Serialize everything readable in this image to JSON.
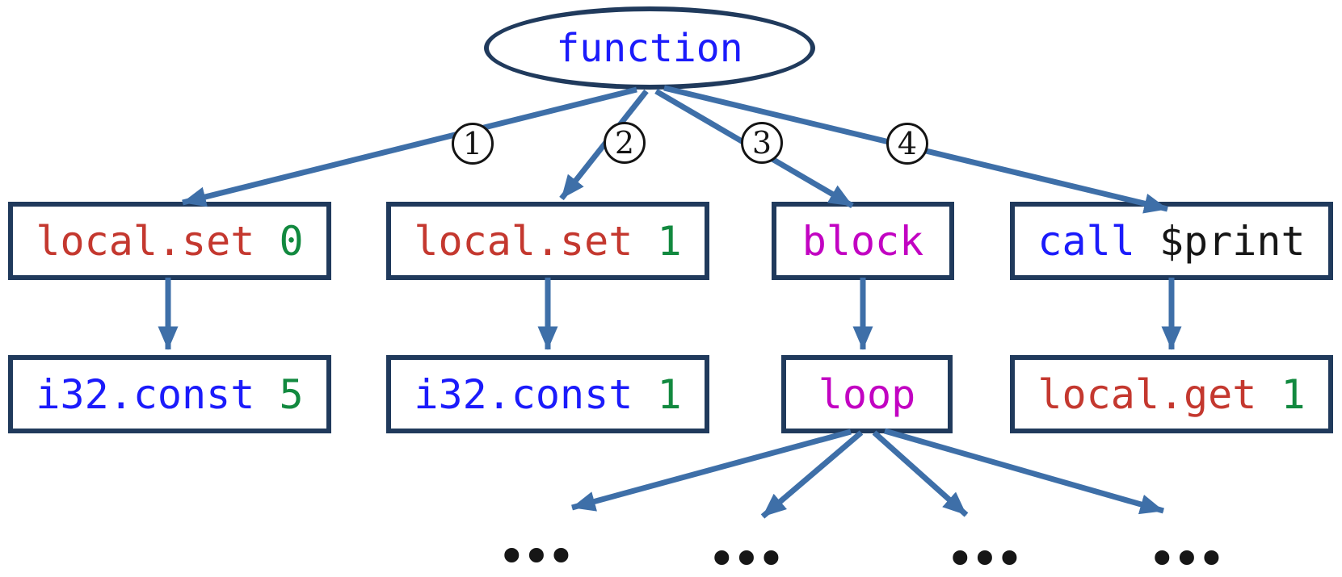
{
  "colors": {
    "border_navy": "#203a5c",
    "arrow_blue": "#3e6fa8",
    "code_blue": "#1b1bfb",
    "code_red": "#c4382f",
    "code_green": "#12893f",
    "code_magenta": "#c203c2",
    "code_black": "#161616",
    "label_black": "#141414"
  },
  "diagram": {
    "root": {
      "segments": [
        {
          "text": "function",
          "color": "code_blue"
        }
      ]
    },
    "edge_labels": [
      {
        "label": "1"
      },
      {
        "label": "2"
      },
      {
        "label": "3"
      },
      {
        "label": "4"
      }
    ],
    "nodes": [
      {
        "id": "local-set-0",
        "segments": [
          {
            "text": "local.set ",
            "color": "code_red"
          },
          {
            "text": "0",
            "color": "code_green"
          }
        ]
      },
      {
        "id": "local-set-1",
        "segments": [
          {
            "text": "local.set ",
            "color": "code_red"
          },
          {
            "text": "1",
            "color": "code_green"
          }
        ]
      },
      {
        "id": "block",
        "segments": [
          {
            "text": "block",
            "color": "code_magenta"
          }
        ]
      },
      {
        "id": "call-print",
        "segments": [
          {
            "text": "call",
            "color": "code_blue"
          },
          {
            "text": " $print",
            "color": "code_black"
          }
        ]
      },
      {
        "id": "i32-const-5",
        "segments": [
          {
            "text": "i32.const ",
            "color": "code_blue"
          },
          {
            "text": "5",
            "color": "code_green"
          }
        ]
      },
      {
        "id": "i32-const-1",
        "segments": [
          {
            "text": "i32.const ",
            "color": "code_blue"
          },
          {
            "text": "1",
            "color": "code_green"
          }
        ]
      },
      {
        "id": "loop",
        "segments": [
          {
            "text": "loop",
            "color": "code_magenta"
          }
        ]
      },
      {
        "id": "local-get-1",
        "segments": [
          {
            "text": "local.get ",
            "color": "code_red"
          },
          {
            "text": "1",
            "color": "code_green"
          }
        ]
      }
    ],
    "ellipsis_marks": [
      {
        "label": "•••"
      },
      {
        "label": "•••"
      },
      {
        "label": "•••"
      },
      {
        "label": "•••"
      }
    ]
  }
}
